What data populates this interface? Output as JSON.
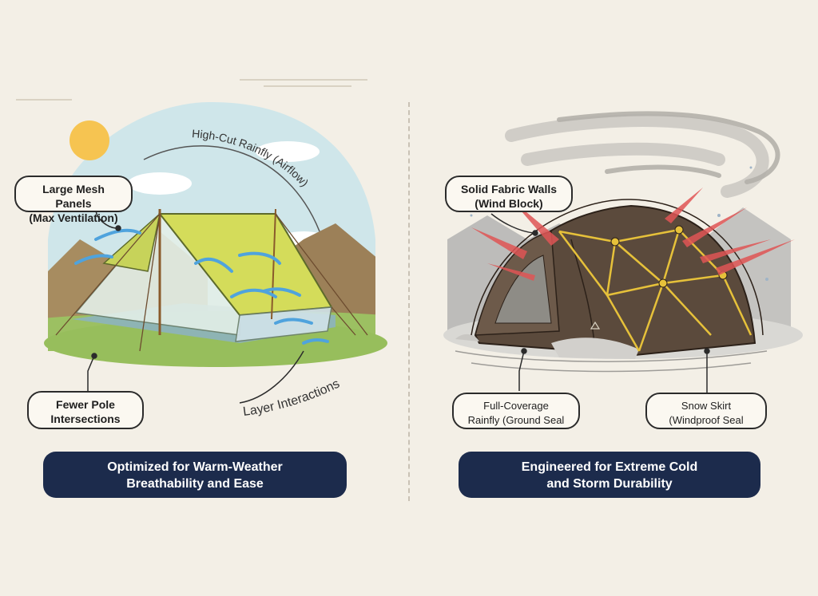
{
  "left_panel": {
    "label_mesh": [
      "Large Mesh Panels",
      "(Max Ventilation)"
    ],
    "label_rainfly": "High-Cut Rainfly (Airflow)",
    "label_poles": [
      "Fewer Pole",
      "Intersections"
    ],
    "label_layers": "Layer Interactions",
    "banner": [
      "Optimized for Warm-Weather",
      "Breathability and Ease"
    ]
  },
  "right_panel": {
    "label_walls": [
      "Solid Fabric Walls",
      "(Wind Block)"
    ],
    "label_rainfly": [
      "Full-Coverage",
      "Rainfly (Ground Seal"
    ],
    "label_skirt": [
      "Snow Skirt",
      "(Windproof Seal"
    ],
    "banner": [
      "Engineered for Extreme Cold",
      "and Storm Durability"
    ]
  },
  "colors": {
    "background": "#f3efe6",
    "banner": "#1c2b4c",
    "warm_tent": "#d4dc5a",
    "cold_tent": "#5b4a3c",
    "pole_yellow": "#e6c13a",
    "wind_red": "#e05555",
    "airflow_blue": "#4fa3dd"
  }
}
